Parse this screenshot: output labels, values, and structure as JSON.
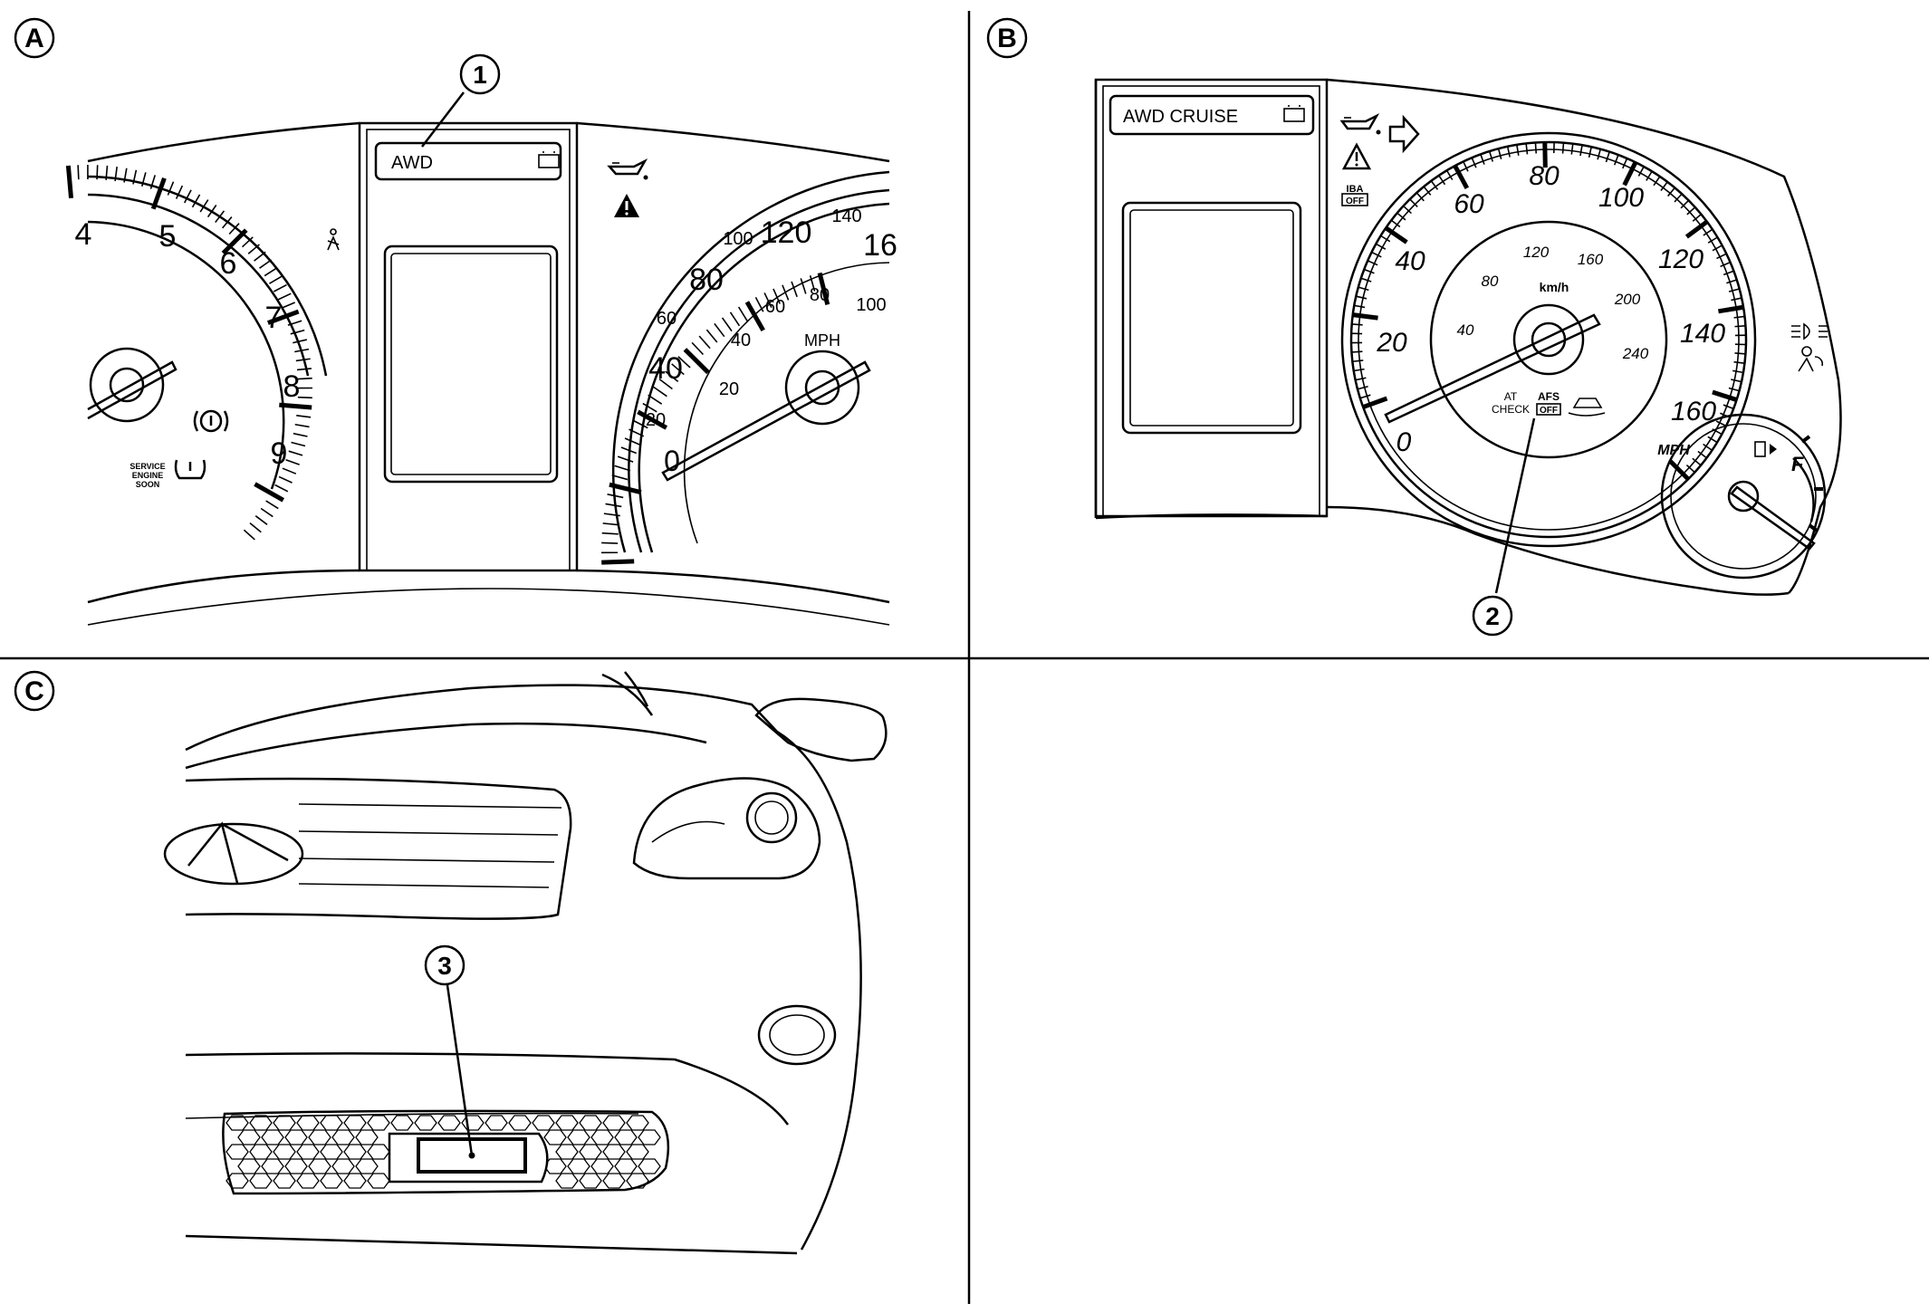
{
  "panels": {
    "a": {
      "badge": "A"
    },
    "b": {
      "badge": "B"
    },
    "c": {
      "badge": "C"
    }
  },
  "callouts": {
    "one": "1",
    "two": "2",
    "three": "3"
  },
  "panel_a": {
    "display_text": "AWD",
    "tach_numbers": [
      "4",
      "5",
      "6",
      "7",
      "8",
      "9"
    ],
    "speedo_outer": [
      "0",
      "40",
      "80",
      "120",
      "16"
    ],
    "speedo_outer_small": [
      "20",
      "60",
      "100",
      "140"
    ],
    "speedo_inner": [
      "20",
      "40",
      "60",
      "80",
      "100"
    ],
    "unit": "MPH",
    "service_lines": [
      "SERVICE",
      "ENGINE",
      "SOON"
    ]
  },
  "panel_b": {
    "display_text": "AWD CRUISE",
    "iba_top": "IBA",
    "iba_bottom": "OFF",
    "outer_numbers": [
      "0",
      "20",
      "40",
      "60",
      "80",
      "100",
      "120",
      "140",
      "160"
    ],
    "inner_numbers": [
      "40",
      "80",
      "120",
      "160",
      "200",
      "240"
    ],
    "inner_unit": "km/h",
    "outer_unit": "MPH",
    "at_top": "AT",
    "at_bottom": "CHECK",
    "afs_top": "AFS",
    "afs_bottom": "OFF",
    "fuel_full": "F"
  }
}
